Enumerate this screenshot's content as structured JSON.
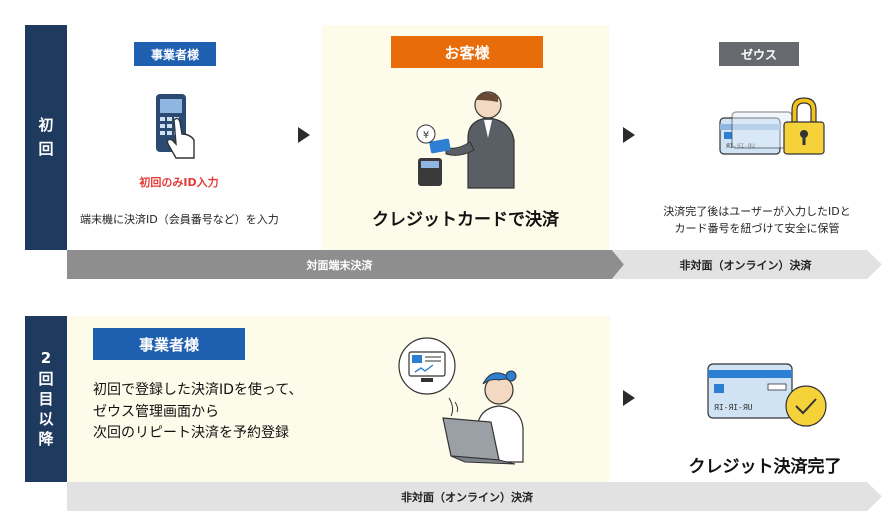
{
  "row1": {
    "label": [
      "初",
      "回"
    ],
    "merchant": {
      "tag": "事業者様",
      "sub_note": "初回のみID入力",
      "desc": "端末機に決済ID（会員番号など）を入力"
    },
    "customer": {
      "tag": "お客様",
      "desc": "クレジットカードで決済"
    },
    "zeus": {
      "tag": "ゼウス",
      "desc_line1": "決済完了後はユーザーが入力したIDと",
      "desc_line2": "カード番号を紐づけて安全に保管"
    },
    "bar_left": "対面端末決済",
    "bar_right": "非対面（オンライン）決済"
  },
  "row2": {
    "label": [
      "2",
      "回",
      "目",
      "以",
      "降"
    ],
    "merchant": {
      "tag": "事業者様",
      "desc_line1": "初回で登録した決済IDを使って、",
      "desc_line2": "ゼウス管理画面から",
      "desc_line3": "次回のリピート決済を予約登録"
    },
    "result": "クレジット決済完了",
    "bar": "非対面（オンライン）決済"
  },
  "colors": {
    "navy": "#1f3a5f",
    "blue_tag": "#1f5fb0",
    "orange_tag": "#e86d0a",
    "gray_tag": "#666a6f",
    "cream": "#fdfbea",
    "bar_gray": "#8e8e8e",
    "bar_light": "#e2e2e2"
  },
  "icons": {
    "yen_symbol": "¥",
    "card_number": "ЯI-ЯI-ЯU"
  }
}
